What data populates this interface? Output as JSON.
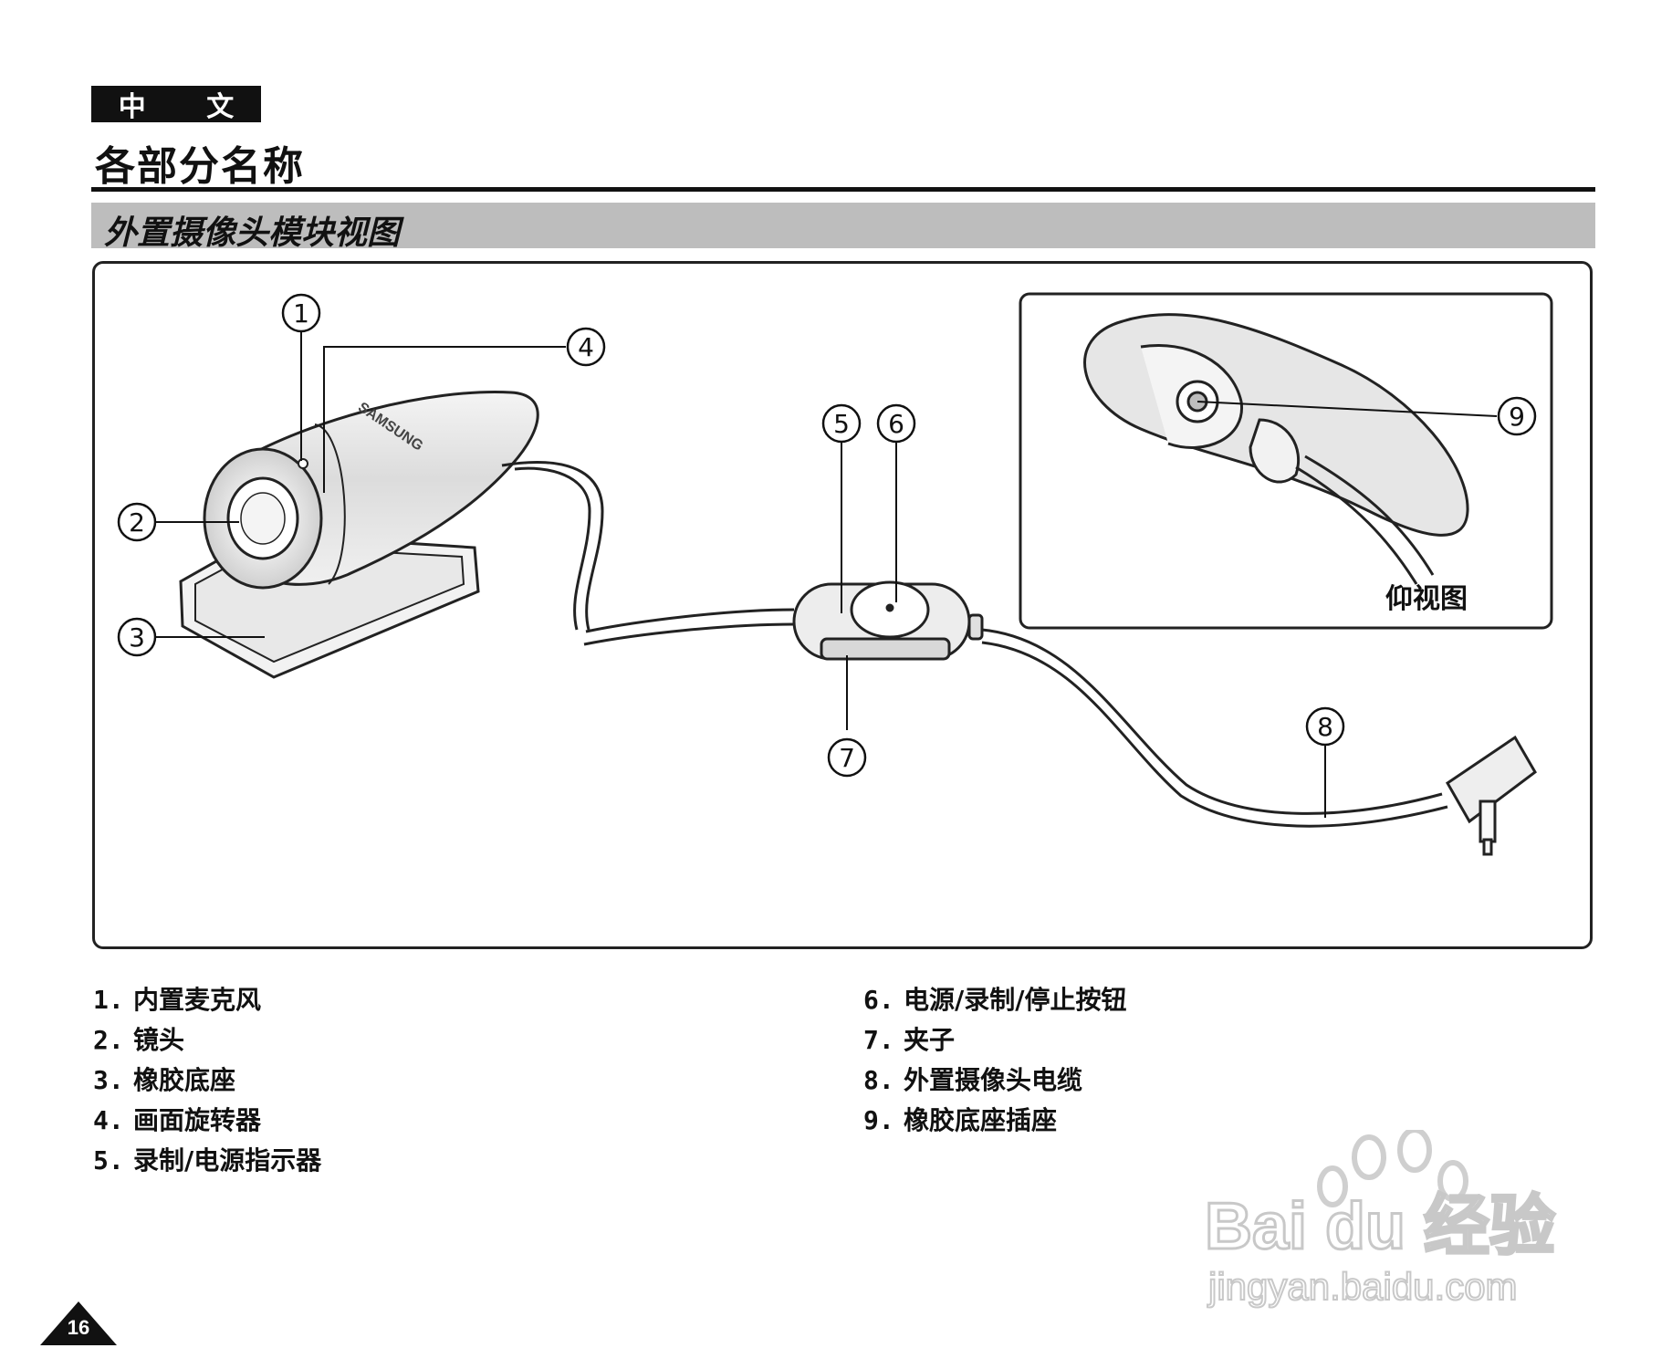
{
  "header": {
    "language_tag": "中 文",
    "page_title": "各部分名称"
  },
  "section": {
    "title": "外置摄像头模块视图"
  },
  "figure": {
    "callouts": [
      "1",
      "2",
      "3",
      "4",
      "5",
      "6",
      "7",
      "8",
      "9"
    ],
    "brand_on_camera": "SAMSUNG",
    "bottom_view_label": "仰视图"
  },
  "parts_left": [
    {
      "num": "1.",
      "label": "内置麦克风"
    },
    {
      "num": "2.",
      "label": "镜头"
    },
    {
      "num": "3.",
      "label": "橡胶底座"
    },
    {
      "num": "4.",
      "label": "画面旋转器"
    },
    {
      "num": "5.",
      "label": "录制/电源指示器"
    }
  ],
  "parts_right": [
    {
      "num": "6.",
      "label": "电源/录制/停止按钮"
    },
    {
      "num": "7.",
      "label": "夹子"
    },
    {
      "num": "8.",
      "label": "外置摄像头电缆"
    },
    {
      "num": "9.",
      "label": "橡胶底座插座"
    }
  ],
  "footer": {
    "page_number": "16"
  },
  "watermark": {
    "brand": "Bai du 经验",
    "url": "jingyan.baidu.com"
  }
}
